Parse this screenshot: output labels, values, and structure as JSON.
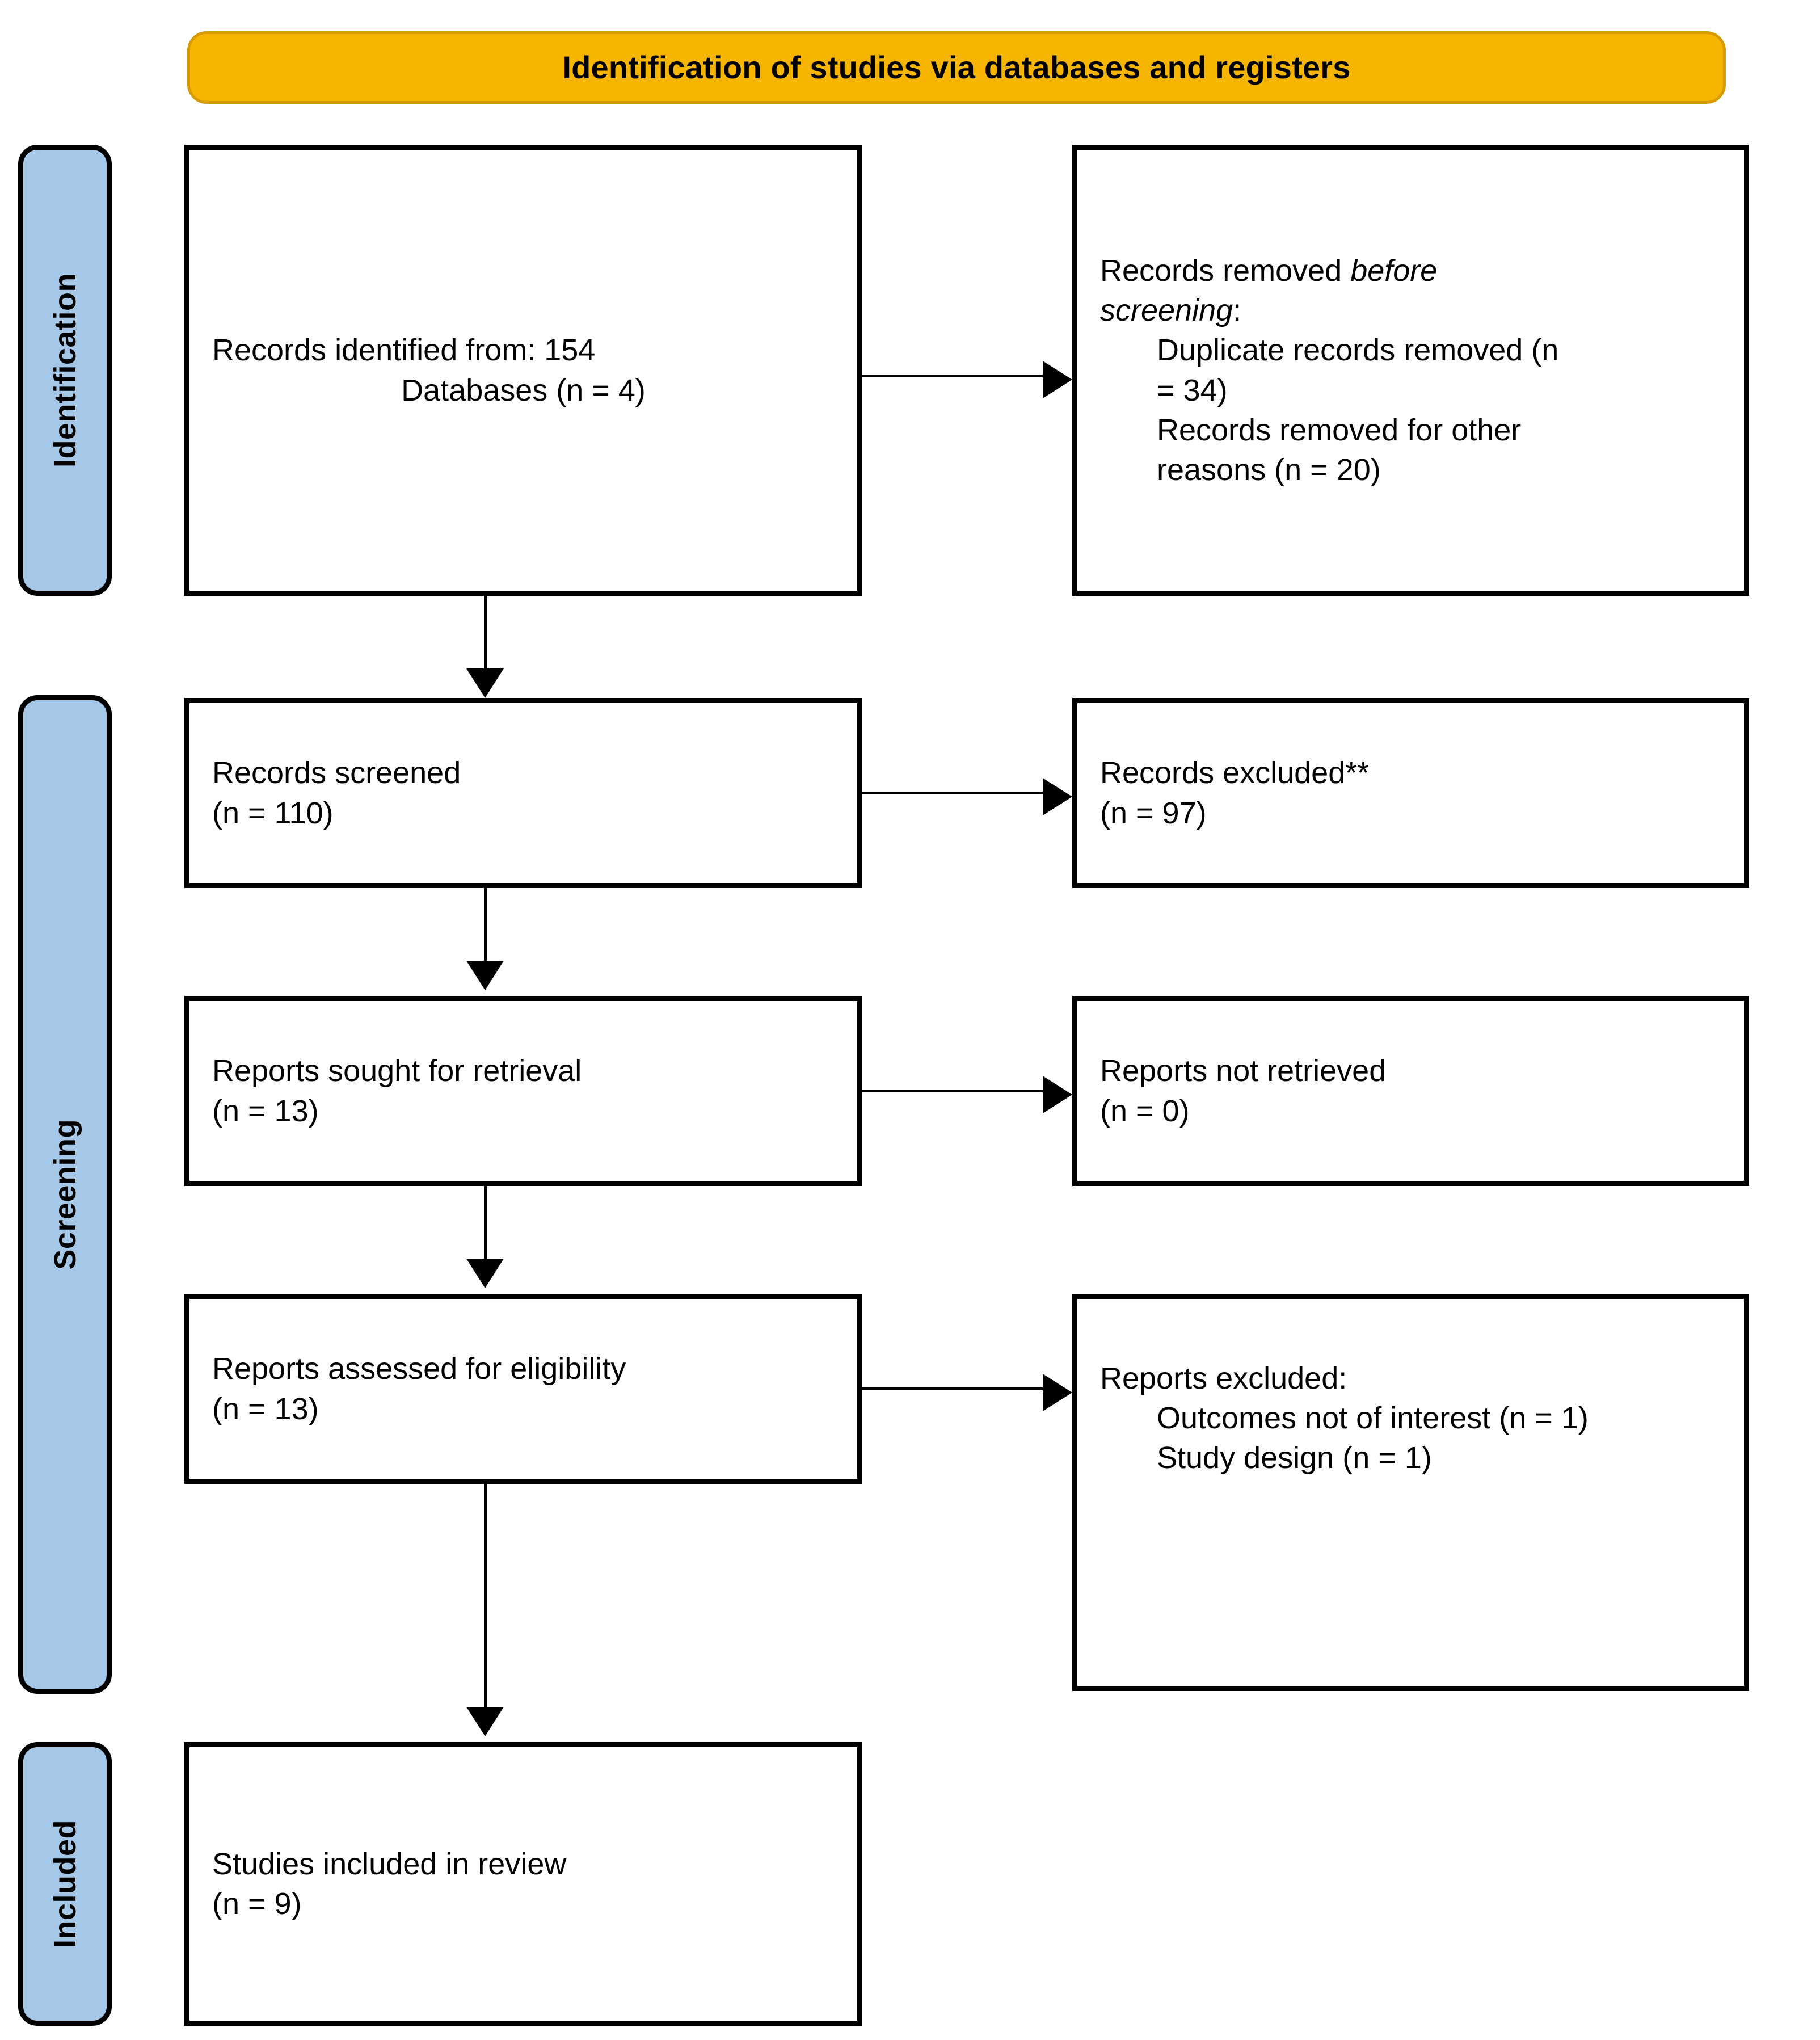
{
  "banner": {
    "title": "Identification of studies via databases and registers",
    "bg_color": "#F6B500",
    "border_color": "#D79B00"
  },
  "stages": {
    "identification": "Identification",
    "screening": "Screening",
    "included": "Included",
    "bg_color": "#A6C8E8"
  },
  "boxes": {
    "identified": {
      "line1": "Records identified from: 154",
      "line2": "Databases (n = 4)"
    },
    "removed_before": {
      "line1_prefix": "Records removed ",
      "line1_em": "before",
      "line2_em": "screening",
      "line2_suffix": ":",
      "item1": "Duplicate records removed (n",
      "item2": "= 34)",
      "item3": "Records removed for other",
      "item4": "reasons (n = 20)"
    },
    "screened": {
      "line1": "Records screened",
      "line2": "(n = 110)"
    },
    "excluded_screen": {
      "line1": "Records excluded**",
      "line2": "(n = 97)"
    },
    "sought": {
      "line1": "Reports sought for retrieval",
      "line2": "(n = 13)"
    },
    "not_retrieved": {
      "line1": "Reports not retrieved",
      "line2": "(n = 0)"
    },
    "assessed": {
      "line1": "Reports assessed for eligibility",
      "line2": "(n = 13)"
    },
    "reports_excluded": {
      "line1": "Reports excluded:",
      "item1": "Outcomes not of interest (n = 1)",
      "item2": "Study design (n = 1)"
    },
    "included": {
      "line1": "Studies included in review",
      "line2": "(n = 9)"
    }
  },
  "chart_data": {
    "type": "diagram",
    "title": "Identification of studies via databases and registers",
    "nodes": [
      {
        "id": "identified",
        "stage": "Identification",
        "label": "Records identified from: 154 Databases (n = 4)",
        "n": 154,
        "databases_n": 4
      },
      {
        "id": "removed_before",
        "stage": "Identification",
        "label": "Records removed before screening",
        "duplicate_records_removed_n": 34,
        "removed_other_reasons_n": 20
      },
      {
        "id": "screened",
        "stage": "Screening",
        "label": "Records screened",
        "n": 110
      },
      {
        "id": "excluded_screen",
        "stage": "Screening",
        "label": "Records excluded**",
        "n": 97
      },
      {
        "id": "sought",
        "stage": "Screening",
        "label": "Reports sought for retrieval",
        "n": 13
      },
      {
        "id": "not_retrieved",
        "stage": "Screening",
        "label": "Reports not retrieved",
        "n": 0
      },
      {
        "id": "assessed",
        "stage": "Screening",
        "label": "Reports assessed for eligibility",
        "n": 13
      },
      {
        "id": "reports_excluded",
        "stage": "Screening",
        "label": "Reports excluded",
        "outcomes_not_of_interest_n": 1,
        "study_design_n": 1
      },
      {
        "id": "included",
        "stage": "Included",
        "label": "Studies included in review",
        "n": 9
      }
    ],
    "edges": [
      {
        "from": "identified",
        "to": "removed_before",
        "direction": "right"
      },
      {
        "from": "identified",
        "to": "screened",
        "direction": "down"
      },
      {
        "from": "screened",
        "to": "excluded_screen",
        "direction": "right"
      },
      {
        "from": "screened",
        "to": "sought",
        "direction": "down"
      },
      {
        "from": "sought",
        "to": "not_retrieved",
        "direction": "right"
      },
      {
        "from": "sought",
        "to": "assessed",
        "direction": "down"
      },
      {
        "from": "assessed",
        "to": "reports_excluded",
        "direction": "right"
      },
      {
        "from": "assessed",
        "to": "included",
        "direction": "down"
      }
    ]
  }
}
